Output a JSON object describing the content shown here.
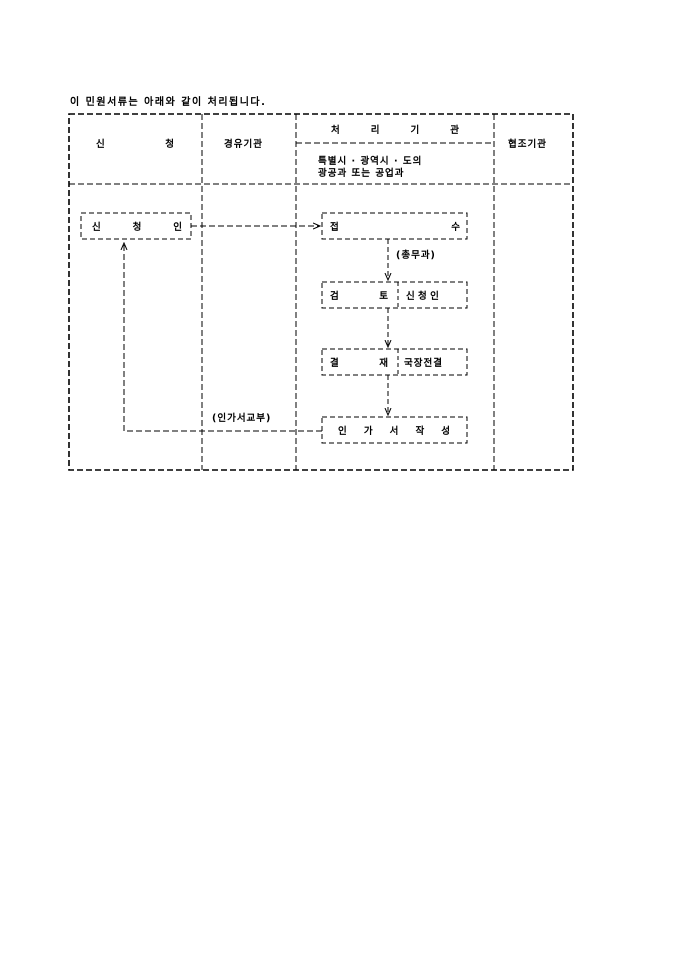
{
  "intro": "이 민원서류는 아래와 같이 처리됩니다.",
  "table": {
    "col_applicant": [
      "신",
      "청"
    ],
    "col_via": "경유기관",
    "col_processing": [
      "처",
      "리",
      "기",
      "관"
    ],
    "processing_dept_line1": "특별시 · 광역시 · 도의",
    "processing_dept_line2": "광공과 또는 공업과",
    "col_cooperation": "협조기관"
  },
  "flow": {
    "applicant_box": [
      "신",
      "청",
      "인"
    ],
    "receipt_box": [
      "접",
      "수"
    ],
    "receipt_dept": "(총무과)",
    "review_box": {
      "left": [
        "검",
        "토"
      ],
      "right": "신 청 인"
    },
    "decision_box": {
      "left": [
        "결",
        "재"
      ],
      "right": "국장전결"
    },
    "permit_box": [
      "인",
      "가",
      "서",
      "작",
      "성"
    ],
    "return_label": "(인가서교부)"
  }
}
